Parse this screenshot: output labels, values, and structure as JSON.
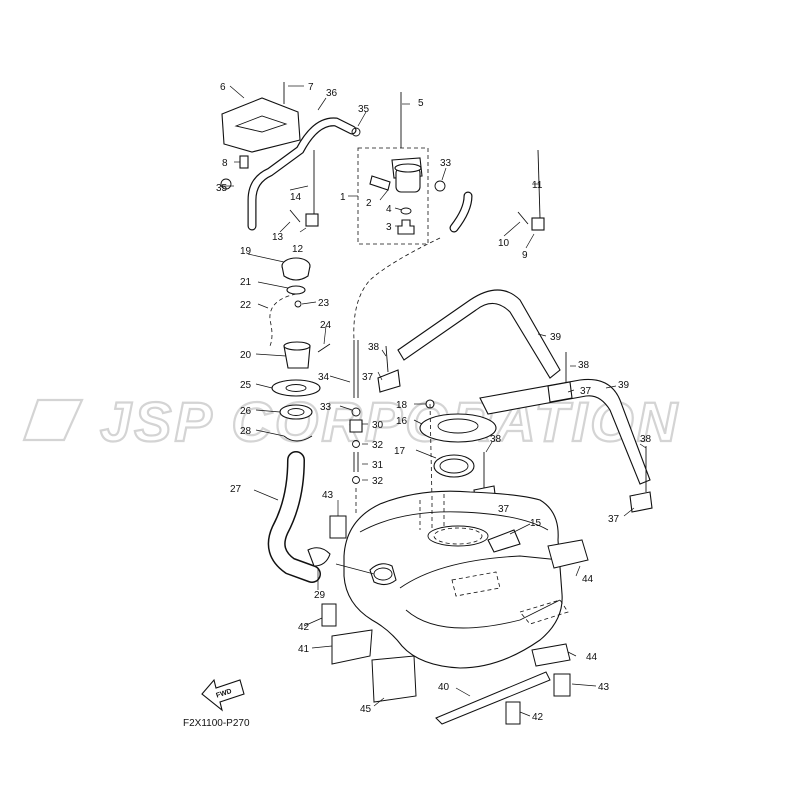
{
  "watermark": "JSP CORPORATION",
  "diagram_code": "F2X1100-P270",
  "fwd_label": "FWD",
  "parts": [
    {
      "num": "1"
    },
    {
      "num": "2"
    },
    {
      "num": "3"
    },
    {
      "num": "4"
    },
    {
      "num": "5"
    },
    {
      "num": "6"
    },
    {
      "num": "7"
    },
    {
      "num": "8"
    },
    {
      "num": "9"
    },
    {
      "num": "10"
    },
    {
      "num": "11"
    },
    {
      "num": "12"
    },
    {
      "num": "13"
    },
    {
      "num": "14"
    },
    {
      "num": "15"
    },
    {
      "num": "16"
    },
    {
      "num": "17"
    },
    {
      "num": "18"
    },
    {
      "num": "19"
    },
    {
      "num": "20"
    },
    {
      "num": "21"
    },
    {
      "num": "22"
    },
    {
      "num": "23"
    },
    {
      "num": "24"
    },
    {
      "num": "25"
    },
    {
      "num": "26"
    },
    {
      "num": "27"
    },
    {
      "num": "28"
    },
    {
      "num": "29"
    },
    {
      "num": "30"
    },
    {
      "num": "31"
    },
    {
      "num": "32"
    },
    {
      "num": "32"
    },
    {
      "num": "33"
    },
    {
      "num": "33"
    },
    {
      "num": "34"
    },
    {
      "num": "35"
    },
    {
      "num": "35"
    },
    {
      "num": "36"
    },
    {
      "num": "37"
    },
    {
      "num": "37"
    },
    {
      "num": "37"
    },
    {
      "num": "37"
    },
    {
      "num": "38"
    },
    {
      "num": "38"
    },
    {
      "num": "38"
    },
    {
      "num": "38"
    },
    {
      "num": "39"
    },
    {
      "num": "39"
    },
    {
      "num": "40"
    },
    {
      "num": "41"
    },
    {
      "num": "42"
    },
    {
      "num": "42"
    },
    {
      "num": "43"
    },
    {
      "num": "43"
    },
    {
      "num": "44"
    },
    {
      "num": "44"
    },
    {
      "num": "45"
    }
  ]
}
